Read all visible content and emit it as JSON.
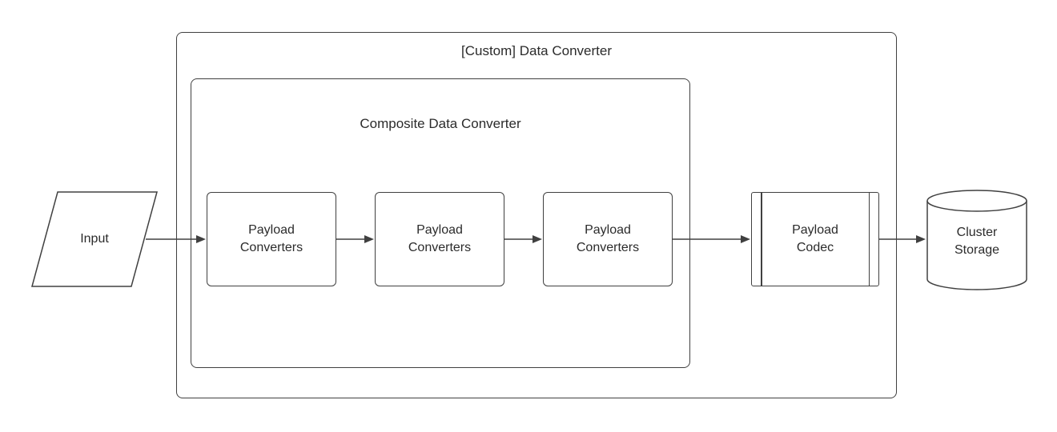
{
  "diagram": {
    "outer_container": {
      "label": "[Custom] Data Converter"
    },
    "inner_container": {
      "label": "Composite Data Converter"
    },
    "nodes": {
      "input": {
        "label": "Input",
        "shape": "parallelogram"
      },
      "payload_converters_1": {
        "label": "Payload\nConverters",
        "shape": "rounded-rect"
      },
      "payload_converters_2": {
        "label": "Payload\nConverters",
        "shape": "rounded-rect"
      },
      "payload_converters_3": {
        "label": "Payload\nConverters",
        "shape": "rounded-rect"
      },
      "payload_codec": {
        "label": "Payload\nCodec",
        "shape": "predefined-process"
      },
      "cluster_storage": {
        "label": "Cluster\nStorage",
        "shape": "cylinder"
      }
    },
    "edges": [
      {
        "from": "input",
        "to": "payload_converters_1"
      },
      {
        "from": "payload_converters_1",
        "to": "payload_converters_2"
      },
      {
        "from": "payload_converters_2",
        "to": "payload_converters_3"
      },
      {
        "from": "payload_converters_3",
        "to": "payload_codec"
      },
      {
        "from": "payload_codec",
        "to": "cluster_storage"
      }
    ],
    "colors": {
      "stroke": "#404040",
      "text": "#2b2b2b",
      "background": "#ffffff"
    }
  }
}
